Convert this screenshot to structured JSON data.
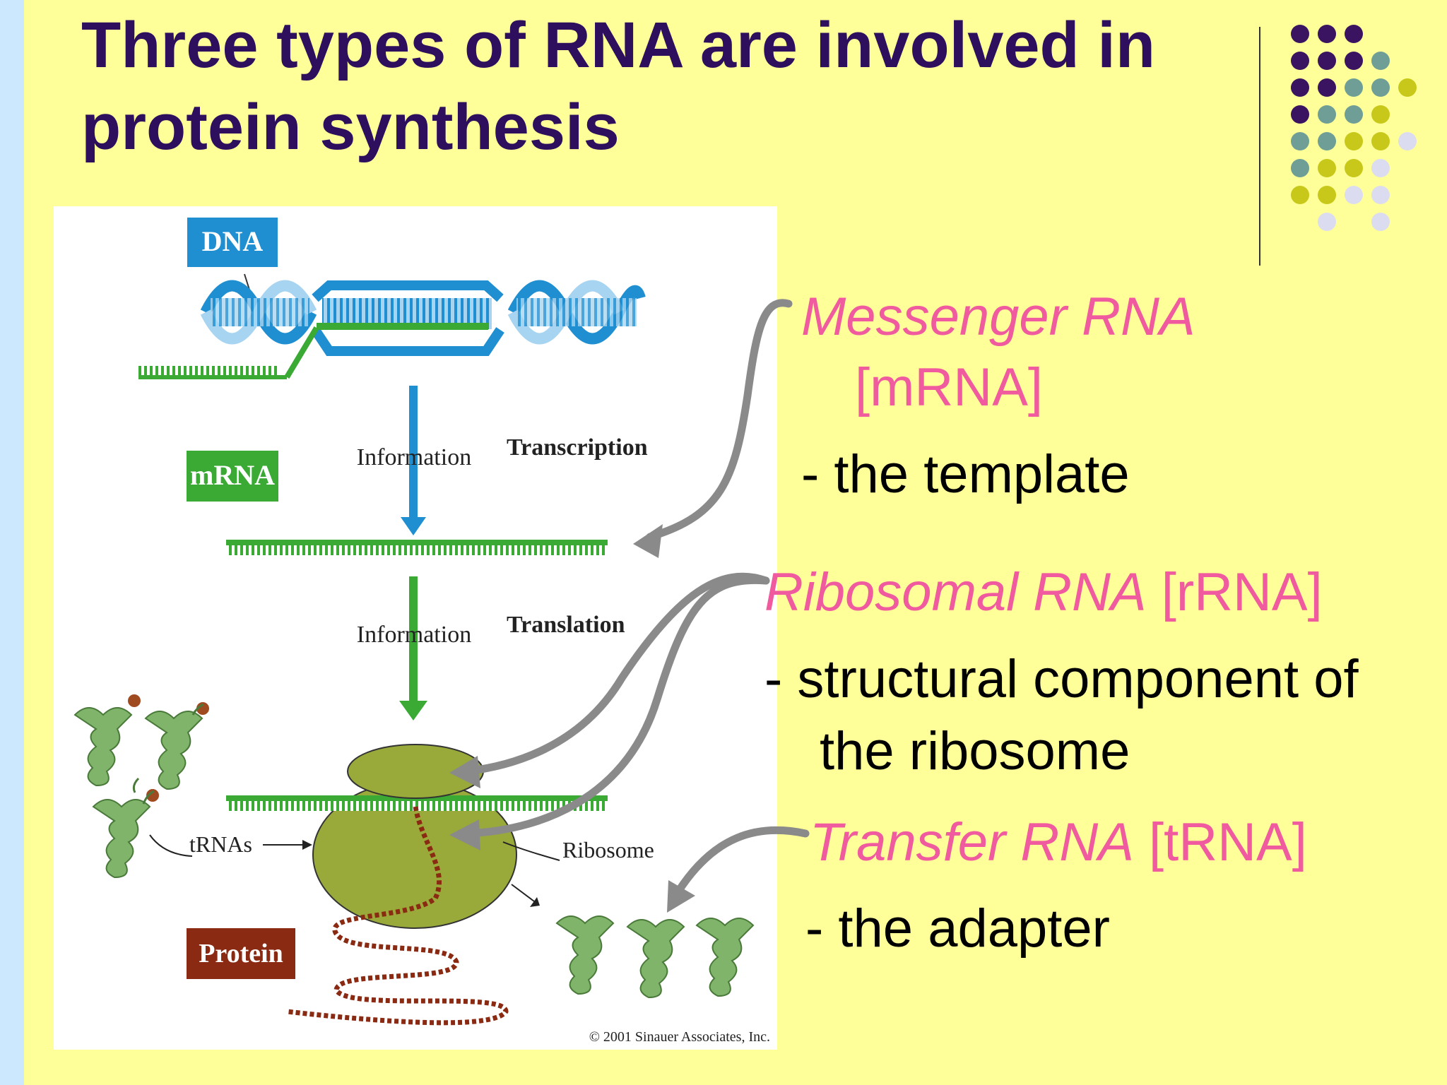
{
  "slide": {
    "title": "Three types of RNA are involved in protein synthesis"
  },
  "diagram": {
    "dna_label": "DNA",
    "mrna_label": "mRNA",
    "protein_label": "Protein",
    "information_1": "Information",
    "information_2": "Information",
    "transcription": "Transcription",
    "translation": "Translation",
    "trnas": "tRNAs",
    "ribosome": "Ribosome",
    "copyright": "© 2001 Sinauer Associates, Inc."
  },
  "rna_types": {
    "messenger_name": "Messenger RNA",
    "messenger_abbr": "[mRNA]",
    "messenger_desc": "- the template",
    "ribosomal_name": "Ribosomal RNA",
    "ribosomal_abbr": "[rRNA]",
    "ribosomal_desc_1": "- structural component of",
    "ribosomal_desc_2": "the ribosome",
    "transfer_name": "Transfer RNA",
    "transfer_abbr": "[tRNA]",
    "transfer_desc": "- the adapter"
  },
  "colors": {
    "background": "#ffff99",
    "title": "#2d0f5e",
    "rna_name": "#f05a9e",
    "dna_blue": "#1f8fd1",
    "mrna_green": "#3aaa35",
    "protein_brown": "#8b2a12",
    "ribosome_olive": "#9aaa3a"
  }
}
